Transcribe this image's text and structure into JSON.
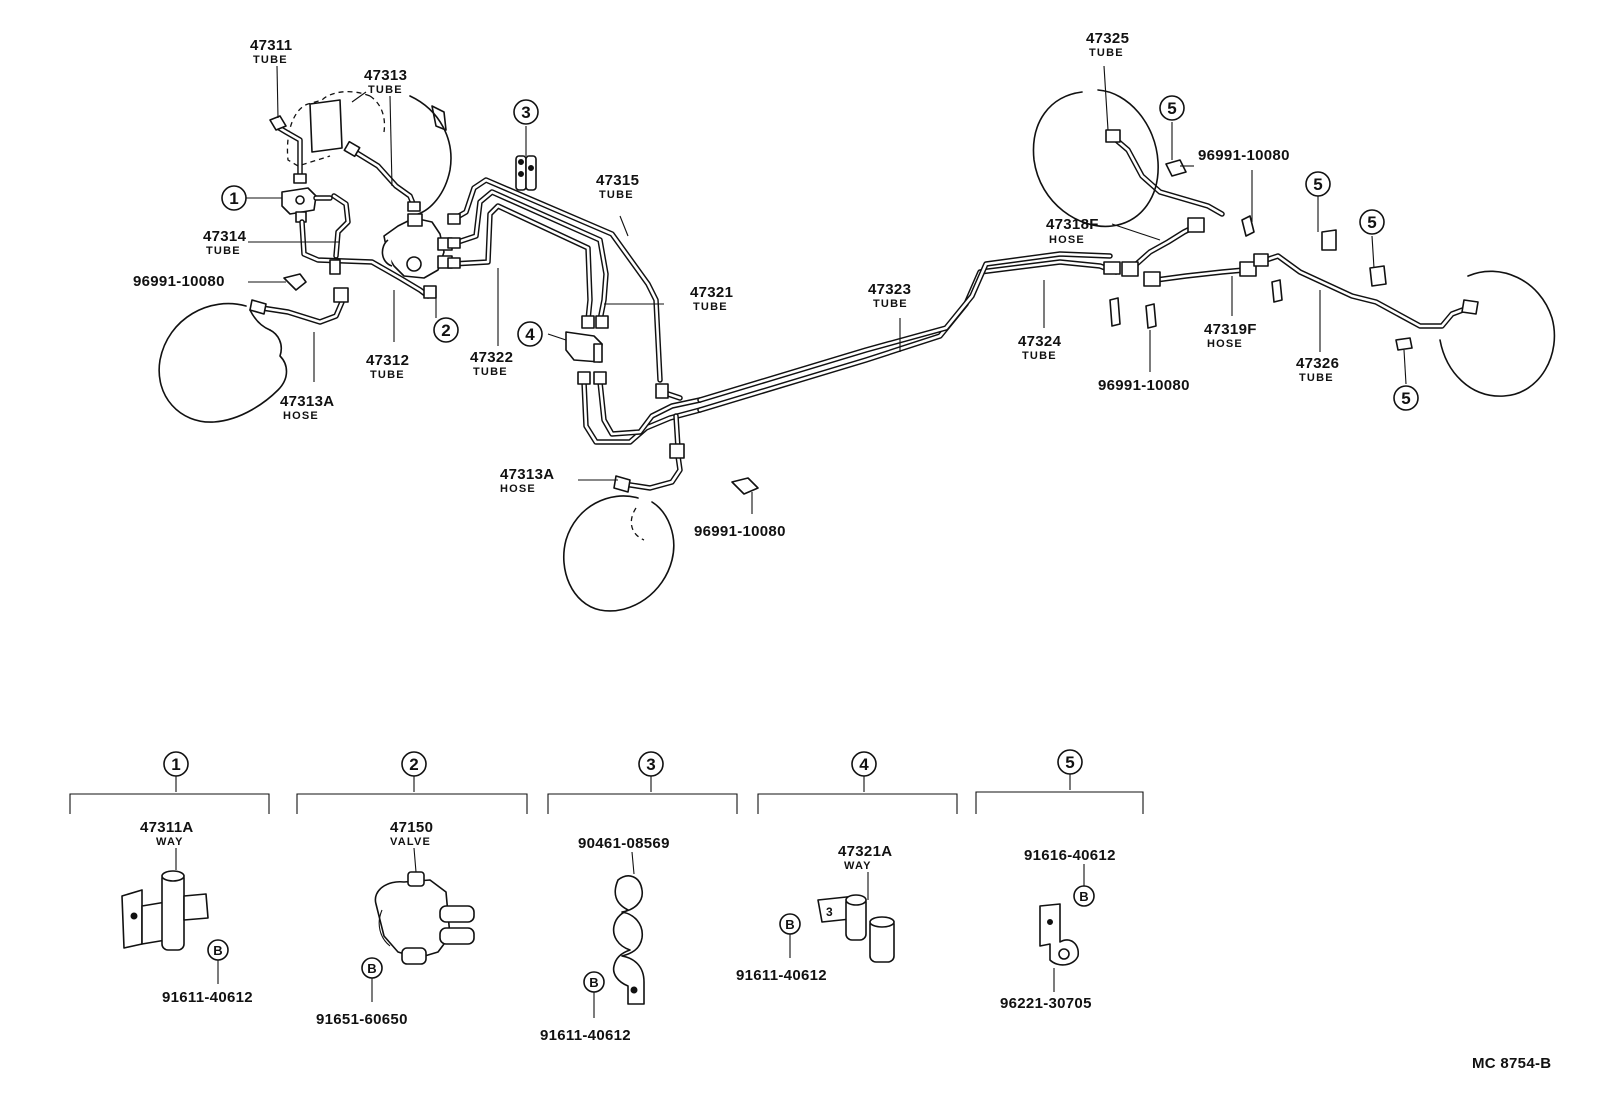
{
  "drawing": {
    "code": "MC 8754-B"
  },
  "main_labels": [
    {
      "number": "47311",
      "desc": "TUBE"
    },
    {
      "number": "47313",
      "desc": "TUBE"
    },
    {
      "number": "47314",
      "desc": "TUBE"
    },
    {
      "number": "96991-10080",
      "desc": ""
    },
    {
      "number": "47312",
      "desc": "TUBE"
    },
    {
      "number": "47313A",
      "desc": "HOSE"
    },
    {
      "number": "47322",
      "desc": "TUBE"
    },
    {
      "number": "47315",
      "desc": "TUBE"
    },
    {
      "number": "47321",
      "desc": "TUBE"
    },
    {
      "number": "47313A",
      "desc": "HOSE"
    },
    {
      "number": "96991-10080",
      "desc": ""
    },
    {
      "number": "47323",
      "desc": "TUBE"
    },
    {
      "number": "47324",
      "desc": "TUBE"
    },
    {
      "number": "47325",
      "desc": "TUBE"
    },
    {
      "number": "96991-10080",
      "desc": ""
    },
    {
      "number": "47318F",
      "desc": "HOSE"
    },
    {
      "number": "47319F",
      "desc": "HOSE"
    },
    {
      "number": "96991-10080",
      "desc": ""
    },
    {
      "number": "47326",
      "desc": "TUBE"
    }
  ],
  "callouts": [
    "1",
    "2",
    "3",
    "4",
    "5",
    "5",
    "5",
    "5"
  ],
  "bolt_symbol": "B",
  "groups": [
    {
      "id": "1",
      "part": "47311A",
      "desc": "WAY",
      "bolt": "91611-40612"
    },
    {
      "id": "2",
      "part": "47150",
      "desc": "VALVE",
      "bolt": "91651-60650"
    },
    {
      "id": "3",
      "part": "90461-08569",
      "desc": "",
      "bolt": "91611-40612"
    },
    {
      "id": "4",
      "part": "47321A",
      "desc": "WAY",
      "bolt": "91611-40612"
    },
    {
      "id": "5",
      "part": "91616-40612",
      "desc": "",
      "bolt": "96221-30705"
    }
  ]
}
